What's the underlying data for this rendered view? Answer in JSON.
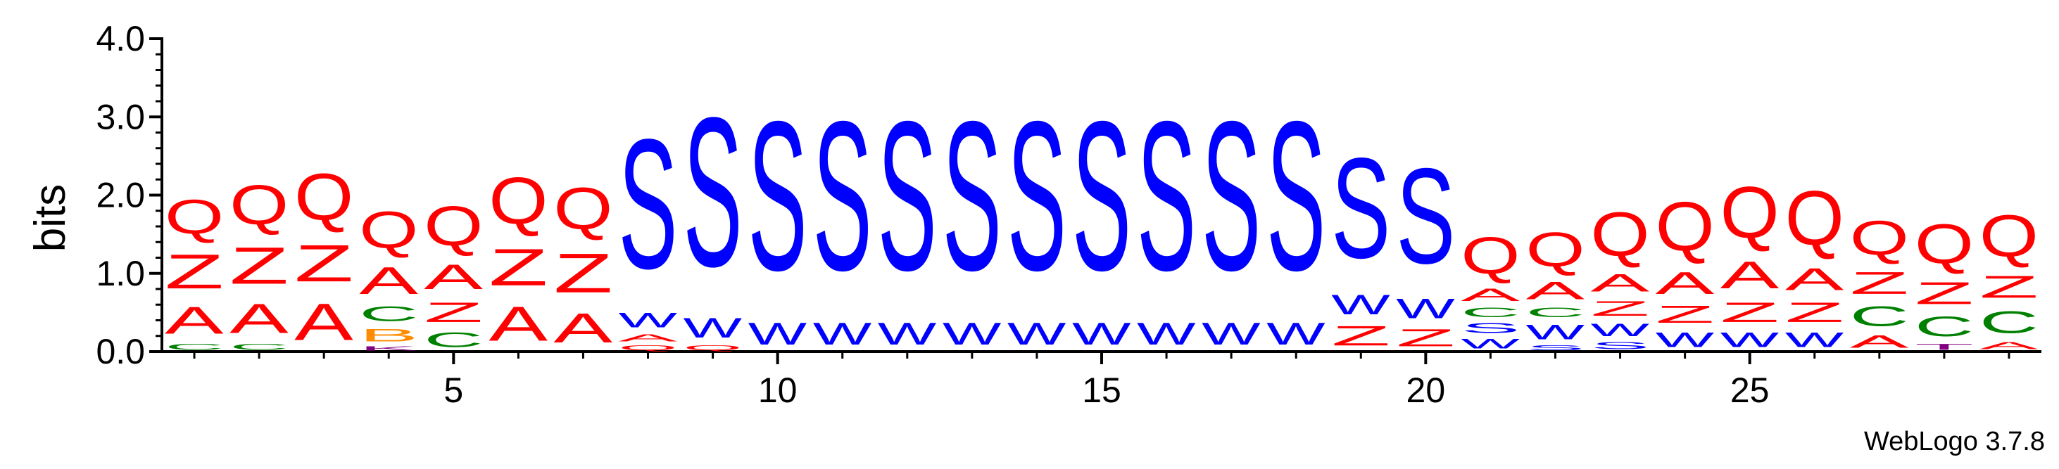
{
  "chart_data": {
    "type": "sequence-logo",
    "ylabel": "bits",
    "ylim": [
      0,
      4.0
    ],
    "yticks": [
      "0.0",
      "1.0",
      "2.0",
      "3.0",
      "4.0"
    ],
    "xticks": [
      5,
      10,
      15,
      20,
      25
    ],
    "credit": "WebLogo 3.7.8",
    "colors": {
      "Q": "#ff0000",
      "Z": "#ff0000",
      "A": "#ff0000",
      "S": "#0000ff",
      "W": "#0000ff",
      "C": "#008000",
      "B": "#ff8c00",
      "T": "#800080",
      "K": "#800080"
    },
    "positions": [
      {
        "pos": 1,
        "stack": [
          [
            "C",
            0.12
          ],
          [
            "A",
            0.55
          ],
          [
            "Z",
            0.7
          ],
          [
            "Q",
            0.7
          ]
        ]
      },
      {
        "pos": 2,
        "stack": [
          [
            "C",
            0.12
          ],
          [
            "A",
            0.6
          ],
          [
            "Z",
            0.75
          ],
          [
            "Q",
            0.8
          ]
        ]
      },
      {
        "pos": 3,
        "stack": [
          [
            "A",
            0.75
          ],
          [
            "Z",
            0.75
          ],
          [
            "Q",
            0.95
          ]
        ]
      },
      {
        "pos": 4,
        "stack": [
          [
            "K",
            0.08
          ],
          [
            "B",
            0.25
          ],
          [
            "C",
            0.3
          ],
          [
            "A",
            0.55
          ],
          [
            "Q",
            0.75
          ]
        ]
      },
      {
        "pos": 5,
        "stack": [
          [
            "C",
            0.3
          ],
          [
            "Z",
            0.4
          ],
          [
            "A",
            0.5
          ],
          [
            "Q",
            0.8
          ]
        ]
      },
      {
        "pos": 6,
        "stack": [
          [
            "A",
            0.7
          ],
          [
            "Z",
            0.75
          ],
          [
            "Q",
            0.95
          ]
        ]
      },
      {
        "pos": 7,
        "stack": [
          [
            "A",
            0.6
          ],
          [
            "Z",
            0.8
          ],
          [
            "Q",
            0.85
          ]
        ]
      },
      {
        "pos": 8,
        "stack": [
          [
            "Q",
            0.1
          ],
          [
            "A",
            0.15
          ],
          [
            "W",
            0.3
          ],
          [
            "S",
            2.65
          ]
        ]
      },
      {
        "pos": 9,
        "stack": [
          [
            "Q",
            0.1
          ],
          [
            "W",
            0.4
          ],
          [
            "S",
            3.05
          ]
        ]
      },
      {
        "pos": 10,
        "stack": [
          [
            "W",
            0.45
          ],
          [
            "S",
            3.05
          ]
        ]
      },
      {
        "pos": 11,
        "stack": [
          [
            "W",
            0.45
          ],
          [
            "S",
            3.05
          ]
        ]
      },
      {
        "pos": 12,
        "stack": [
          [
            "W",
            0.45
          ],
          [
            "S",
            3.05
          ]
        ]
      },
      {
        "pos": 13,
        "stack": [
          [
            "W",
            0.45
          ],
          [
            "S",
            3.05
          ]
        ]
      },
      {
        "pos": 14,
        "stack": [
          [
            "W",
            0.45
          ],
          [
            "S",
            3.05
          ]
        ]
      },
      {
        "pos": 15,
        "stack": [
          [
            "W",
            0.45
          ],
          [
            "S",
            3.05
          ]
        ]
      },
      {
        "pos": 16,
        "stack": [
          [
            "W",
            0.45
          ],
          [
            "S",
            3.05
          ]
        ]
      },
      {
        "pos": 17,
        "stack": [
          [
            "W",
            0.45
          ],
          [
            "S",
            3.05
          ]
        ]
      },
      {
        "pos": 18,
        "stack": [
          [
            "W",
            0.45
          ],
          [
            "S",
            3.05
          ]
        ]
      },
      {
        "pos": 19,
        "stack": [
          [
            "Z",
            0.4
          ],
          [
            "W",
            0.4
          ],
          [
            "S",
            2.05
          ]
        ]
      },
      {
        "pos": 20,
        "stack": [
          [
            "Z",
            0.35
          ],
          [
            "W",
            0.4
          ],
          [
            "S",
            1.95
          ]
        ]
      },
      {
        "pos": 21,
        "stack": [
          [
            "W",
            0.2
          ],
          [
            "S",
            0.2
          ],
          [
            "C",
            0.2
          ],
          [
            "A",
            0.25
          ],
          [
            "Q",
            0.75
          ]
        ]
      },
      {
        "pos": 22,
        "stack": [
          [
            "S",
            0.1
          ],
          [
            "W",
            0.3
          ],
          [
            "C",
            0.2
          ],
          [
            "A",
            0.35
          ],
          [
            "Q",
            0.7
          ]
        ]
      },
      {
        "pos": 23,
        "stack": [
          [
            "S",
            0.15
          ],
          [
            "W",
            0.25
          ],
          [
            "Z",
            0.3
          ],
          [
            "A",
            0.35
          ],
          [
            "Q",
            0.9
          ]
        ]
      },
      {
        "pos": 24,
        "stack": [
          [
            "W",
            0.3
          ],
          [
            "Z",
            0.35
          ],
          [
            "A",
            0.45
          ],
          [
            "Q",
            1.0
          ]
        ]
      },
      {
        "pos": 25,
        "stack": [
          [
            "W",
            0.3
          ],
          [
            "Z",
            0.4
          ],
          [
            "A",
            0.55
          ],
          [
            "Q",
            1.05
          ]
        ]
      },
      {
        "pos": 26,
        "stack": [
          [
            "W",
            0.3
          ],
          [
            "Z",
            0.4
          ],
          [
            "A",
            0.45
          ],
          [
            "Q",
            1.1
          ]
        ]
      },
      {
        "pos": 27,
        "stack": [
          [
            "A",
            0.25
          ],
          [
            "C",
            0.4
          ],
          [
            "Z",
            0.45
          ],
          [
            "Q",
            0.7
          ]
        ]
      },
      {
        "pos": 28,
        "stack": [
          [
            "T",
            0.12
          ],
          [
            "C",
            0.4
          ],
          [
            "Z",
            0.45
          ],
          [
            "Q",
            0.8
          ]
        ]
      },
      {
        "pos": 29,
        "stack": [
          [
            "A",
            0.15
          ],
          [
            "C",
            0.45
          ],
          [
            "Z",
            0.45
          ],
          [
            "Q",
            0.85
          ]
        ]
      }
    ]
  }
}
